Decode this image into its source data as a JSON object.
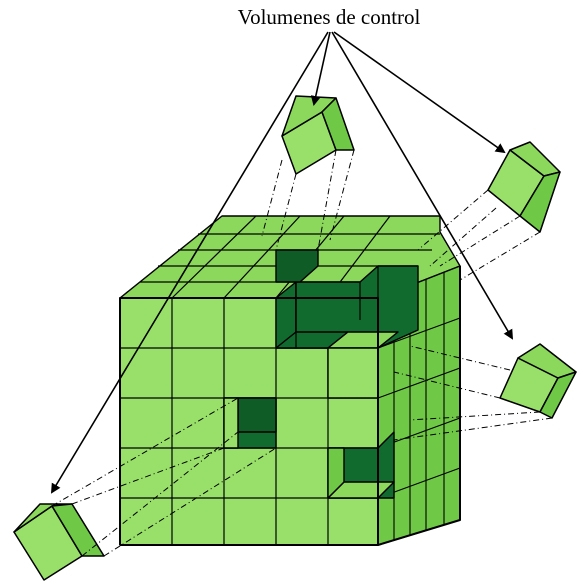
{
  "title": "Volumenes de control",
  "colors": {
    "cube_face_front": "#99E06A",
    "cube_face_top": "#8BD85C",
    "cube_face_side": "#6FC846",
    "hollow_dark": "#116B2E",
    "stroke": "#000000",
    "background": "#FFFFFF"
  },
  "diagram": {
    "main_object": "large-cube-made-of-smaller-cells",
    "grid_cells_per_side": 5,
    "control_volume_count": 4,
    "arrow_source": "title-label"
  }
}
